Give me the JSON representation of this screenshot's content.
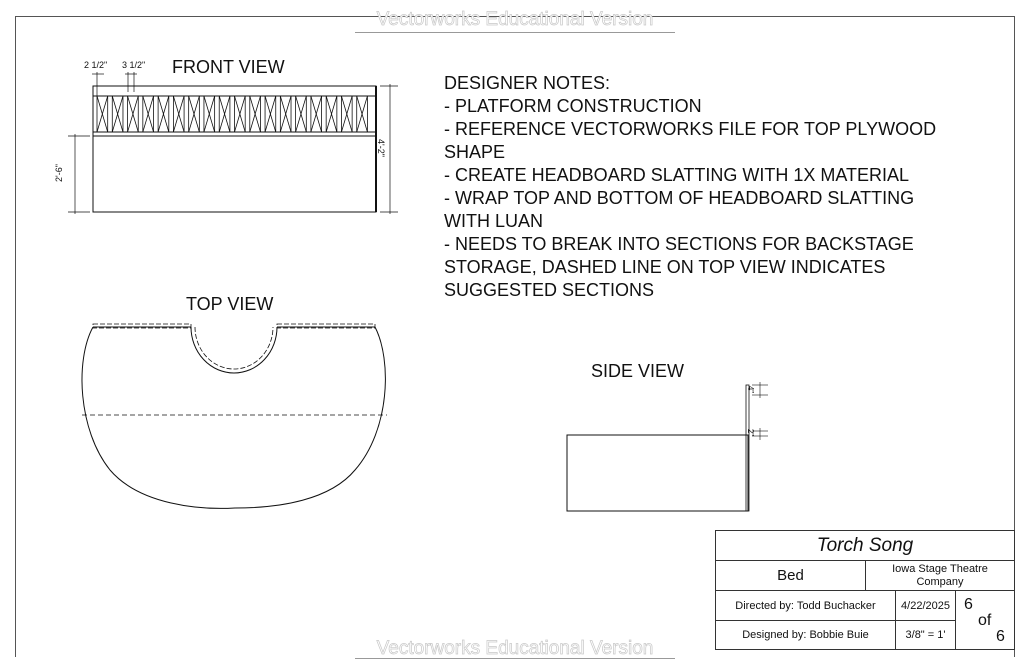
{
  "watermark": "Vectorworks Educational Version",
  "views": {
    "front": "FRONT VIEW",
    "top": "TOP VIEW",
    "side": "SIDE VIEW"
  },
  "front_dims": {
    "slat_gap": "2 1/2\"",
    "slat_width": "3 1/2\"",
    "platform_height": "2'-6\"",
    "total_height": "4'-2\""
  },
  "side_dims": {
    "top": "4\"",
    "bottom": "2\""
  },
  "notes": {
    "heading": "DESIGNER NOTES:",
    "lines": [
      "- PLATFORM CONSTRUCTION",
      "- REFERENCE VECTORWORKS FILE FOR TOP PLYWOOD",
      "SHAPE",
      "- CREATE HEADBOARD SLATTING WITH 1X MATERIAL",
      "- WRAP TOP AND BOTTOM OF HEADBOARD SLATTING",
      "WITH LUAN",
      "- NEEDS TO BREAK INTO SECTIONS FOR BACKSTAGE",
      "STORAGE, DASHED LINE ON TOP VIEW INDICATES",
      "SUGGESTED SECTIONS"
    ]
  },
  "title_block": {
    "show": "Torch Song",
    "item": "Bed",
    "company": "Iowa Stage Theatre Company",
    "directed_by": "Directed by: Todd Buchacker",
    "date": "4/22/2025",
    "designed_by": "Designed by: Bobbie Buie",
    "scale": "3/8\" = 1'",
    "page": "6",
    "of": "of",
    "total_pages": "6"
  }
}
